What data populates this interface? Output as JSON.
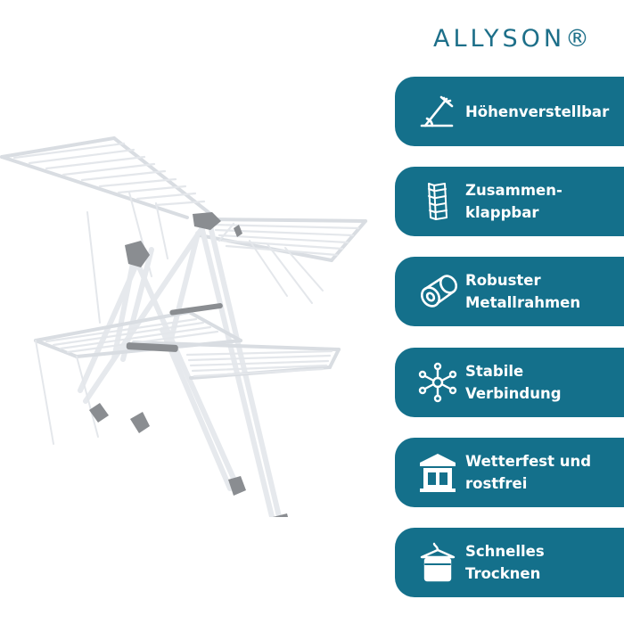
{
  "brand": {
    "name": "ALLYSON®"
  },
  "product": {
    "image_icon": "drying-rack-illustration"
  },
  "features": [
    {
      "icon": "height-adjust-icon",
      "lines": [
        "Höhenverstellbar"
      ]
    },
    {
      "icon": "folding-rack-icon",
      "lines": [
        "Zusammen-",
        "klappbar"
      ]
    },
    {
      "icon": "metal-roll-icon",
      "lines": [
        "Robuster",
        "Metallrahmen"
      ]
    },
    {
      "icon": "connection-nodes-icon",
      "lines": [
        "Stabile",
        "Verbindung"
      ]
    },
    {
      "icon": "weatherproof-building-icon",
      "lines": [
        "Wetterfest und",
        "rostfrei"
      ]
    },
    {
      "icon": "towel-hanger-icon",
      "lines": [
        "Schnelles",
        "Trocknen"
      ]
    }
  ],
  "colors": {
    "accent": "#14708b",
    "brand": "#1d6f89",
    "frame": "#e9ecef",
    "joints": "#8a8d91"
  }
}
